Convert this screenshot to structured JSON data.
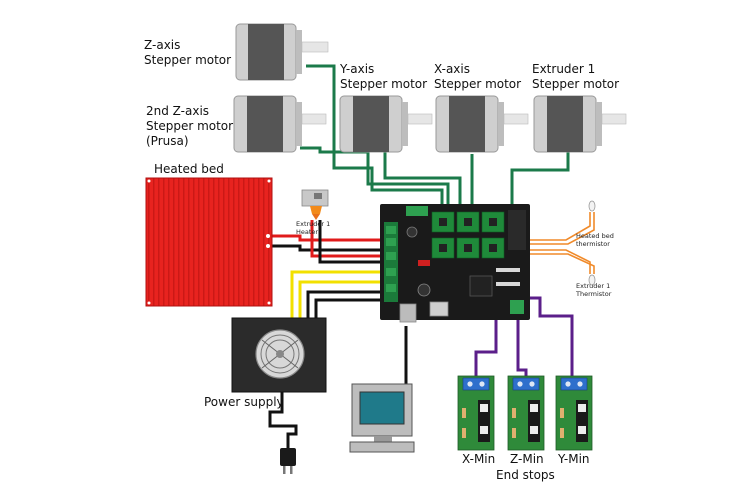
{
  "labels": {
    "z_axis_motor": "Z-axis\nStepper motor",
    "z2_axis_motor": "2nd Z-axis\nStepper motor\n(Prusa)",
    "y_axis_motor": "Y-axis\nStepper motor",
    "x_axis_motor": "X-axis\nStepper motor",
    "extruder_motor": "Extruder 1\nStepper motor",
    "heated_bed": "Heated bed",
    "extruder_heater": "Extruder 1\nHeater",
    "bed_thermistor": "Heated bed\nthermistor",
    "extruder_thermistor": "Extruder 1\nThermistor",
    "power_supply": "Power supply",
    "x_min": "X-Min",
    "z_min": "Z-Min",
    "y_min": "Y-Min",
    "end_stops": "End stops"
  },
  "colors": {
    "motor_wire": "#1b7a4a",
    "endstop_wire": "#5b1f8a",
    "thermistor_wire": "#f08a2a",
    "power_red": "#e01b1b",
    "power_yellow": "#f2e000",
    "heated_bed": "#e8231f",
    "pcb_board": "#1a1a1a",
    "driver_board": "#1f8a3a",
    "endstop_board": "#2f8a3a",
    "terminal_blue": "#2f6fcc"
  }
}
